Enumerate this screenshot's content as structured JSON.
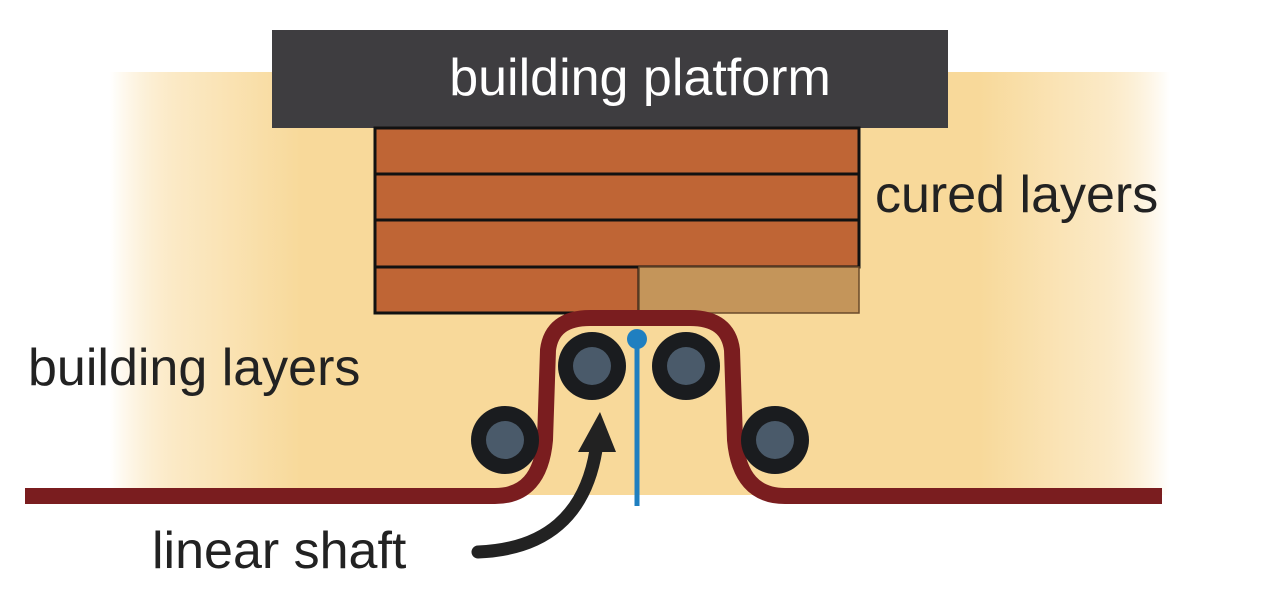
{
  "labels": {
    "platform": "building platform",
    "cured": "cured layers",
    "building": "building layers",
    "shaft": "linear shaft"
  },
  "colors": {
    "background": "#ffffff",
    "resin": "#f8d99a",
    "platform": "#3e3d40",
    "platform_text": "#ffffff",
    "cured_layer": "#bf6535",
    "building_layer_partial": "#c4955a",
    "film": "#7a1d1f",
    "roller_outer": "#1a1c1f",
    "roller_inner": "#4a5a6a",
    "shaft": "#1f7fc0",
    "arrow": "#222222",
    "text": "#222222"
  },
  "icons": {
    "rollers": "roller-icon",
    "arrow": "curved-arrow-icon",
    "shaft": "linear-shaft-icon"
  },
  "structure": {
    "cured_layer_count": 3,
    "building_layer_cured_fraction": 0.55,
    "roller_count": 4
  }
}
